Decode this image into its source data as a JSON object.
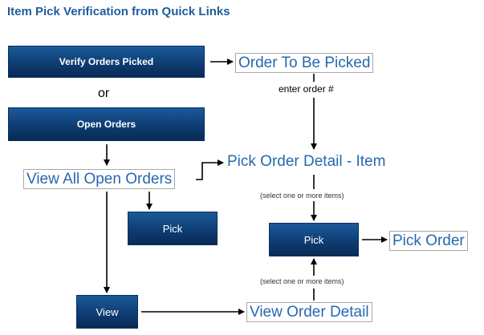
{
  "title": "Item Pick Verification from Quick Links",
  "buttons": {
    "verify_orders_picked": "Verify Orders Picked",
    "open_orders": "Open Orders",
    "pick_left": "Pick",
    "pick_center": "Pick",
    "view": "View"
  },
  "links": {
    "order_to_be_picked": "Order To Be Picked",
    "view_all_open_orders": "View All Open Orders",
    "pick_order_detail_item": "Pick Order Detail - Item",
    "pick_order": "Pick Order",
    "view_order_detail": "View Order Detail"
  },
  "labels": {
    "or": "or",
    "enter_order": "enter order #",
    "select_items_top": "(select one or more items)",
    "select_items_bottom": "(select one or more items)"
  },
  "colors": {
    "title": "#1d5e9c",
    "link": "#2668b0",
    "button_top": "#1b5a9a",
    "button_bottom": "#082a55"
  }
}
